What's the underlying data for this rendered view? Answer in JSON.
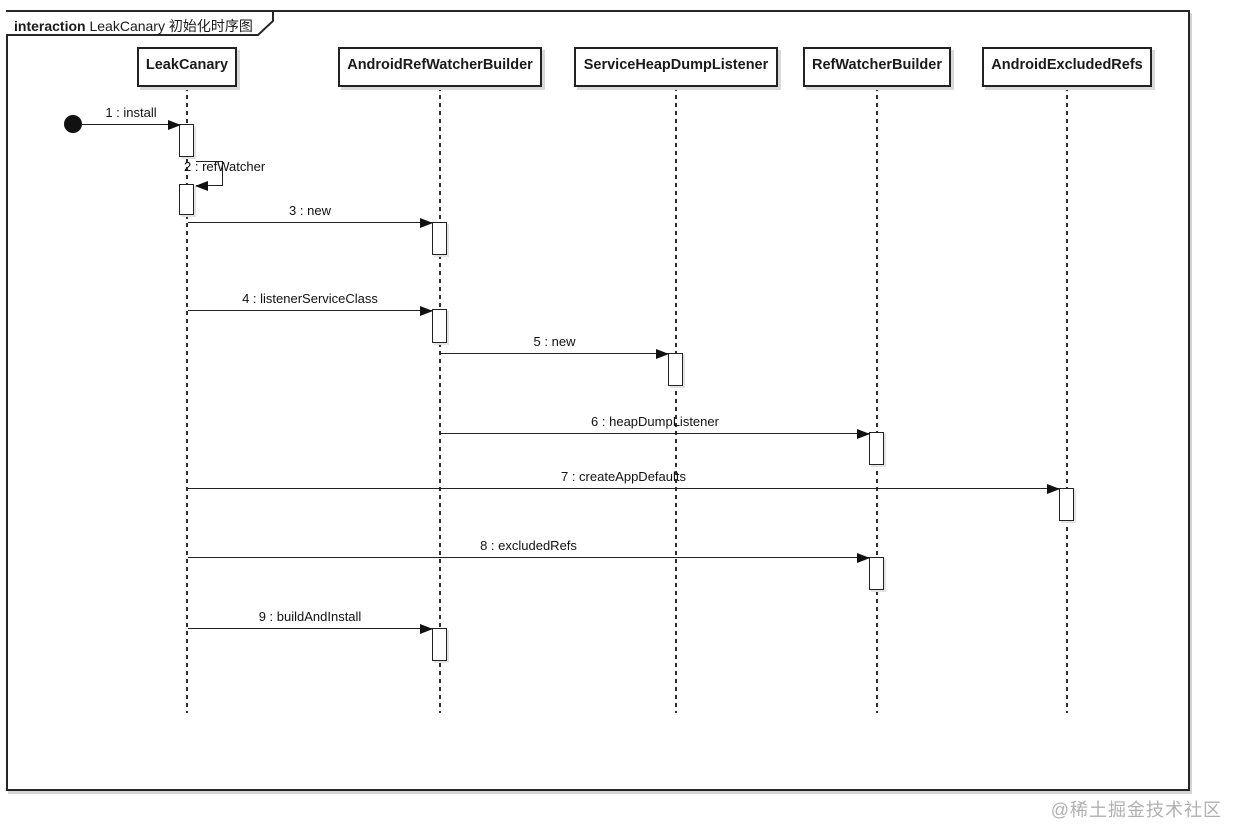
{
  "frame": {
    "keyword": "interaction",
    "title": "LeakCanary 初始化时序图"
  },
  "participants": [
    {
      "name": "LeakCanary"
    },
    {
      "name": "AndroidRefWatcherBuilder"
    },
    {
      "name": "ServiceHeapDumpListener"
    },
    {
      "name": "RefWatcherBuilder"
    },
    {
      "name": "AndroidExcludedRefs"
    }
  ],
  "messages": [
    {
      "label": "1 : install",
      "from": "start-node",
      "to": "LeakCanary"
    },
    {
      "label": "2 : refWatcher",
      "from": "LeakCanary",
      "to": "LeakCanary",
      "self_message": true
    },
    {
      "label": "3 : new",
      "from": "LeakCanary",
      "to": "AndroidRefWatcherBuilder"
    },
    {
      "label": "4 : listenerServiceClass",
      "from": "LeakCanary",
      "to": "AndroidRefWatcherBuilder"
    },
    {
      "label": "5 : new",
      "from": "AndroidRefWatcherBuilder",
      "to": "ServiceHeapDumpListener"
    },
    {
      "label": "6 : heapDumpListener",
      "from": "AndroidRefWatcherBuilder",
      "to": "RefWatcherBuilder"
    },
    {
      "label": "7 : createAppDefaults",
      "from": "LeakCanary",
      "to": "AndroidExcludedRefs"
    },
    {
      "label": "8 : excludedRefs",
      "from": "LeakCanary",
      "to": "RefWatcherBuilder"
    },
    {
      "label": "9 : buildAndInstall",
      "from": "LeakCanary",
      "to": "AndroidRefWatcherBuilder"
    }
  ],
  "watermark": "@稀土掘金技术社区",
  "colors": {
    "line": "#222222",
    "background": "#ffffff",
    "box_fill": "#ffffff",
    "box_shadow": "#d9d9d9",
    "watermark_text": "#b0b0b0"
  }
}
